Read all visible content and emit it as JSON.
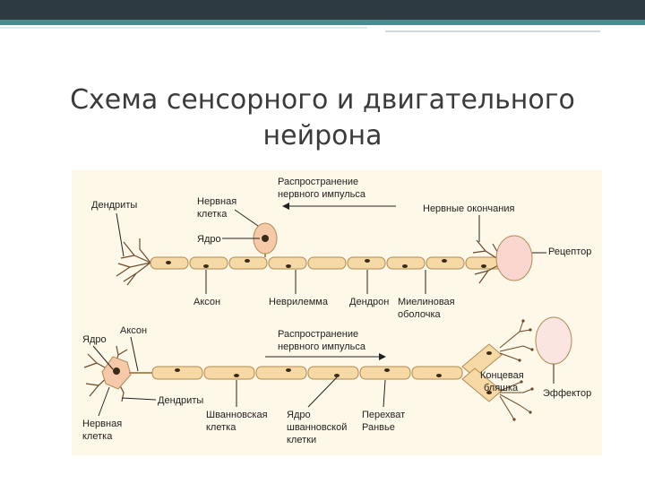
{
  "slide": {
    "title_line1": "Схема сенсорного и двигательного",
    "title_line2": "нейрона"
  },
  "sensory": {
    "dendrites": "Дендриты",
    "cell_line1": "Нервная",
    "cell_line2": "клетка",
    "nucleus": "Ядро",
    "impulse_line1": "Распространение",
    "impulse_line2": "нервного импульса",
    "endings": "Нервные окончания",
    "receptor": "Рецептор",
    "axon": "Аксон",
    "neurilemma": "Неврилемма",
    "dendron": "Дендрон",
    "myelin_line1": "Миелиновая",
    "myelin_line2": "оболочка"
  },
  "motor": {
    "nucleus": "Ядро",
    "axon": "Аксон",
    "impulse_line1": "Распространение",
    "impulse_line2": "нервного импульса",
    "end_plate_line1": "Концевая",
    "end_plate_line2": "бляшка",
    "effector": "Эффектор",
    "dendrites": "Дендриты",
    "cell_line1": "Нервная",
    "cell_line2": "клетка",
    "schwann_line1": "Шванновская",
    "schwann_line2": "клетка",
    "schwann_nucleus_line1": "Ядро",
    "schwann_nucleus_line2": "шванновской",
    "schwann_nucleus_line3": "клетки",
    "ranvier_line1": "Перехват",
    "ranvier_line2": "Ранвье"
  },
  "colors": {
    "myelin": "#f6d9a4",
    "myelin_stroke": "#b08a55",
    "nucleus": "#3a2a1a",
    "receptor": "#fbd6cf",
    "effector": "#fbe5e0",
    "cell_body": "#f6c9a8",
    "frame_top": "#2e3a42",
    "frame_teal": "#4a8c92"
  }
}
